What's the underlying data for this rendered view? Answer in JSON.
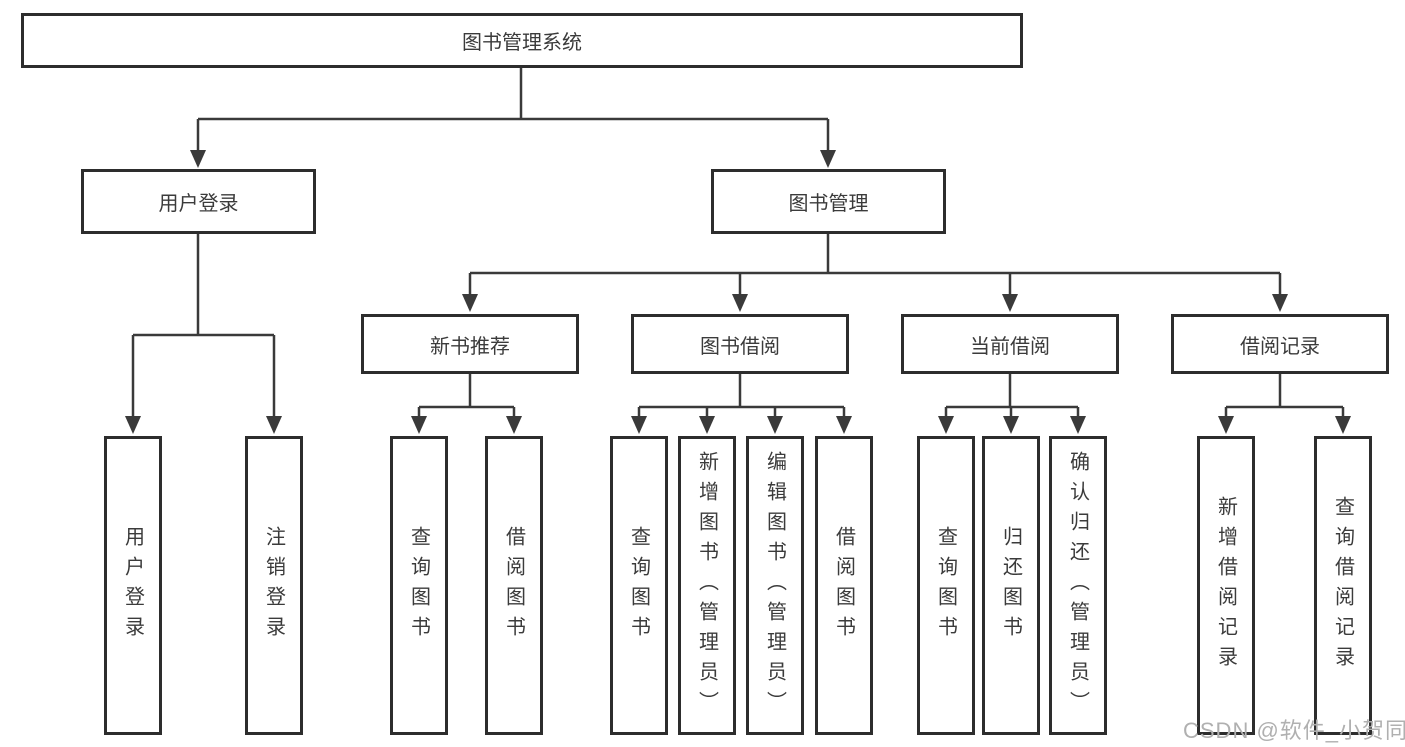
{
  "colors": {
    "line": "#3a3a3a",
    "box_border": "#2d2d2d",
    "text": "#3b3b3b",
    "box_fill": "#ffffff",
    "watermark": "#b0b0b0",
    "background": "#ffffff"
  },
  "watermark": {
    "text": "CSDN @软件_小贺同学"
  },
  "diagram": {
    "root": {
      "label": "图书管理系统"
    },
    "level2": [
      {
        "label": "用户登录"
      },
      {
        "label": "图书管理"
      }
    ],
    "level3": [
      {
        "label": "新书推荐",
        "parent": "图书管理"
      },
      {
        "label": "图书借阅",
        "parent": "图书管理"
      },
      {
        "label": "当前借阅",
        "parent": "图书管理"
      },
      {
        "label": "借阅记录",
        "parent": "图书管理"
      }
    ],
    "leaves": [
      {
        "label": "用户登录",
        "parent": "用户登录"
      },
      {
        "label": "注销登录",
        "parent": "用户登录"
      },
      {
        "label": "查询图书",
        "parent": "新书推荐"
      },
      {
        "label": "借阅图书",
        "parent": "新书推荐"
      },
      {
        "label": "查询图书",
        "parent": "图书借阅"
      },
      {
        "label": "新增图书（管理员）",
        "parent": "图书借阅"
      },
      {
        "label": "编辑图书（管理员）",
        "parent": "图书借阅"
      },
      {
        "label": "借阅图书",
        "parent": "图书借阅"
      },
      {
        "label": "查询图书",
        "parent": "当前借阅"
      },
      {
        "label": "归还图书",
        "parent": "当前借阅"
      },
      {
        "label": "确认归还（管理员）",
        "parent": "当前借阅"
      },
      {
        "label": "新增借阅记录",
        "parent": "借阅记录"
      },
      {
        "label": "查询借阅记录",
        "parent": "借阅记录"
      }
    ]
  }
}
